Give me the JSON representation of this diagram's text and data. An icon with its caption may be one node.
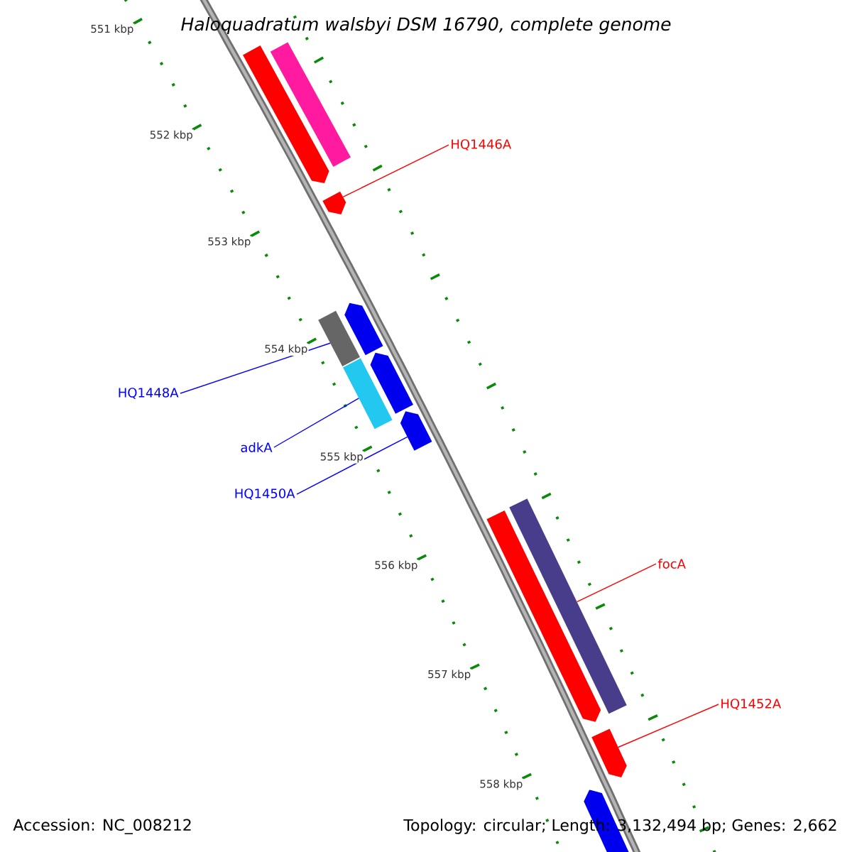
{
  "diagram": {
    "title": "Haloquadratum walsbyi DSM 16790, complete genome",
    "nodes": [
      {
        "text": [],
        "shape": "pentagon"
      },
      {
        "text": [],
        "shape": "bar"
      },
      {
        "text": [
          "HQ1446A"
        ]
      },
      {
        "text": [],
        "shape": "pentagon"
      },
      {
        "text": [
          "HQ1448A"
        ]
      },
      {
        "text": [],
        "shape": "bar"
      },
      {
        "text": [],
        "shape": "pentagon"
      },
      {
        "text": [
          "adkA"
        ]
      },
      {
        "text": [],
        "shape": "bar"
      },
      {
        "text": [],
        "shape": "pentagon"
      },
      {
        "text": [
          "HQ1450A"
        ]
      },
      {
        "text": [],
        "shape": "pentagon"
      },
      {
        "text": [
          "focA"
        ]
      },
      {
        "text": [],
        "shape": "pentagon"
      },
      {
        "text": [],
        "shape": "bar"
      },
      {
        "text": [
          "HQ1452A"
        ]
      },
      {
        "text": [],
        "shape": "pentagon"
      },
      {
        "text": [],
        "shape": "pentagon"
      }
    ],
    "edges": [
      {
        "from": 2,
        "to": 3,
        "arrow": "none",
        "color": "#ff0000"
      },
      {
        "from": 4,
        "to": 5,
        "arrow": "none",
        "color": "#0000ff"
      },
      {
        "from": 7,
        "to": 8,
        "arrow": "none",
        "color": "#0000ff"
      },
      {
        "from": 10,
        "to": 11,
        "arrow": "none",
        "color": "#0000ff"
      },
      {
        "from": 12,
        "to": 14,
        "arrow": "none",
        "color": "#ff0000"
      },
      {
        "from": 15,
        "to": 16,
        "arrow": "none",
        "color": "#ff0000"
      }
    ],
    "labels": [
      "551 kbp",
      "552 kbp",
      "553 kbp",
      "554 kbp",
      "555 kbp",
      "556 kbp",
      "557 kbp",
      "558 kbp",
      "Accession: NC_008212",
      "Topology: circular; Length: 3,132,494 bp; Genes: 2,662"
    ]
  }
}
